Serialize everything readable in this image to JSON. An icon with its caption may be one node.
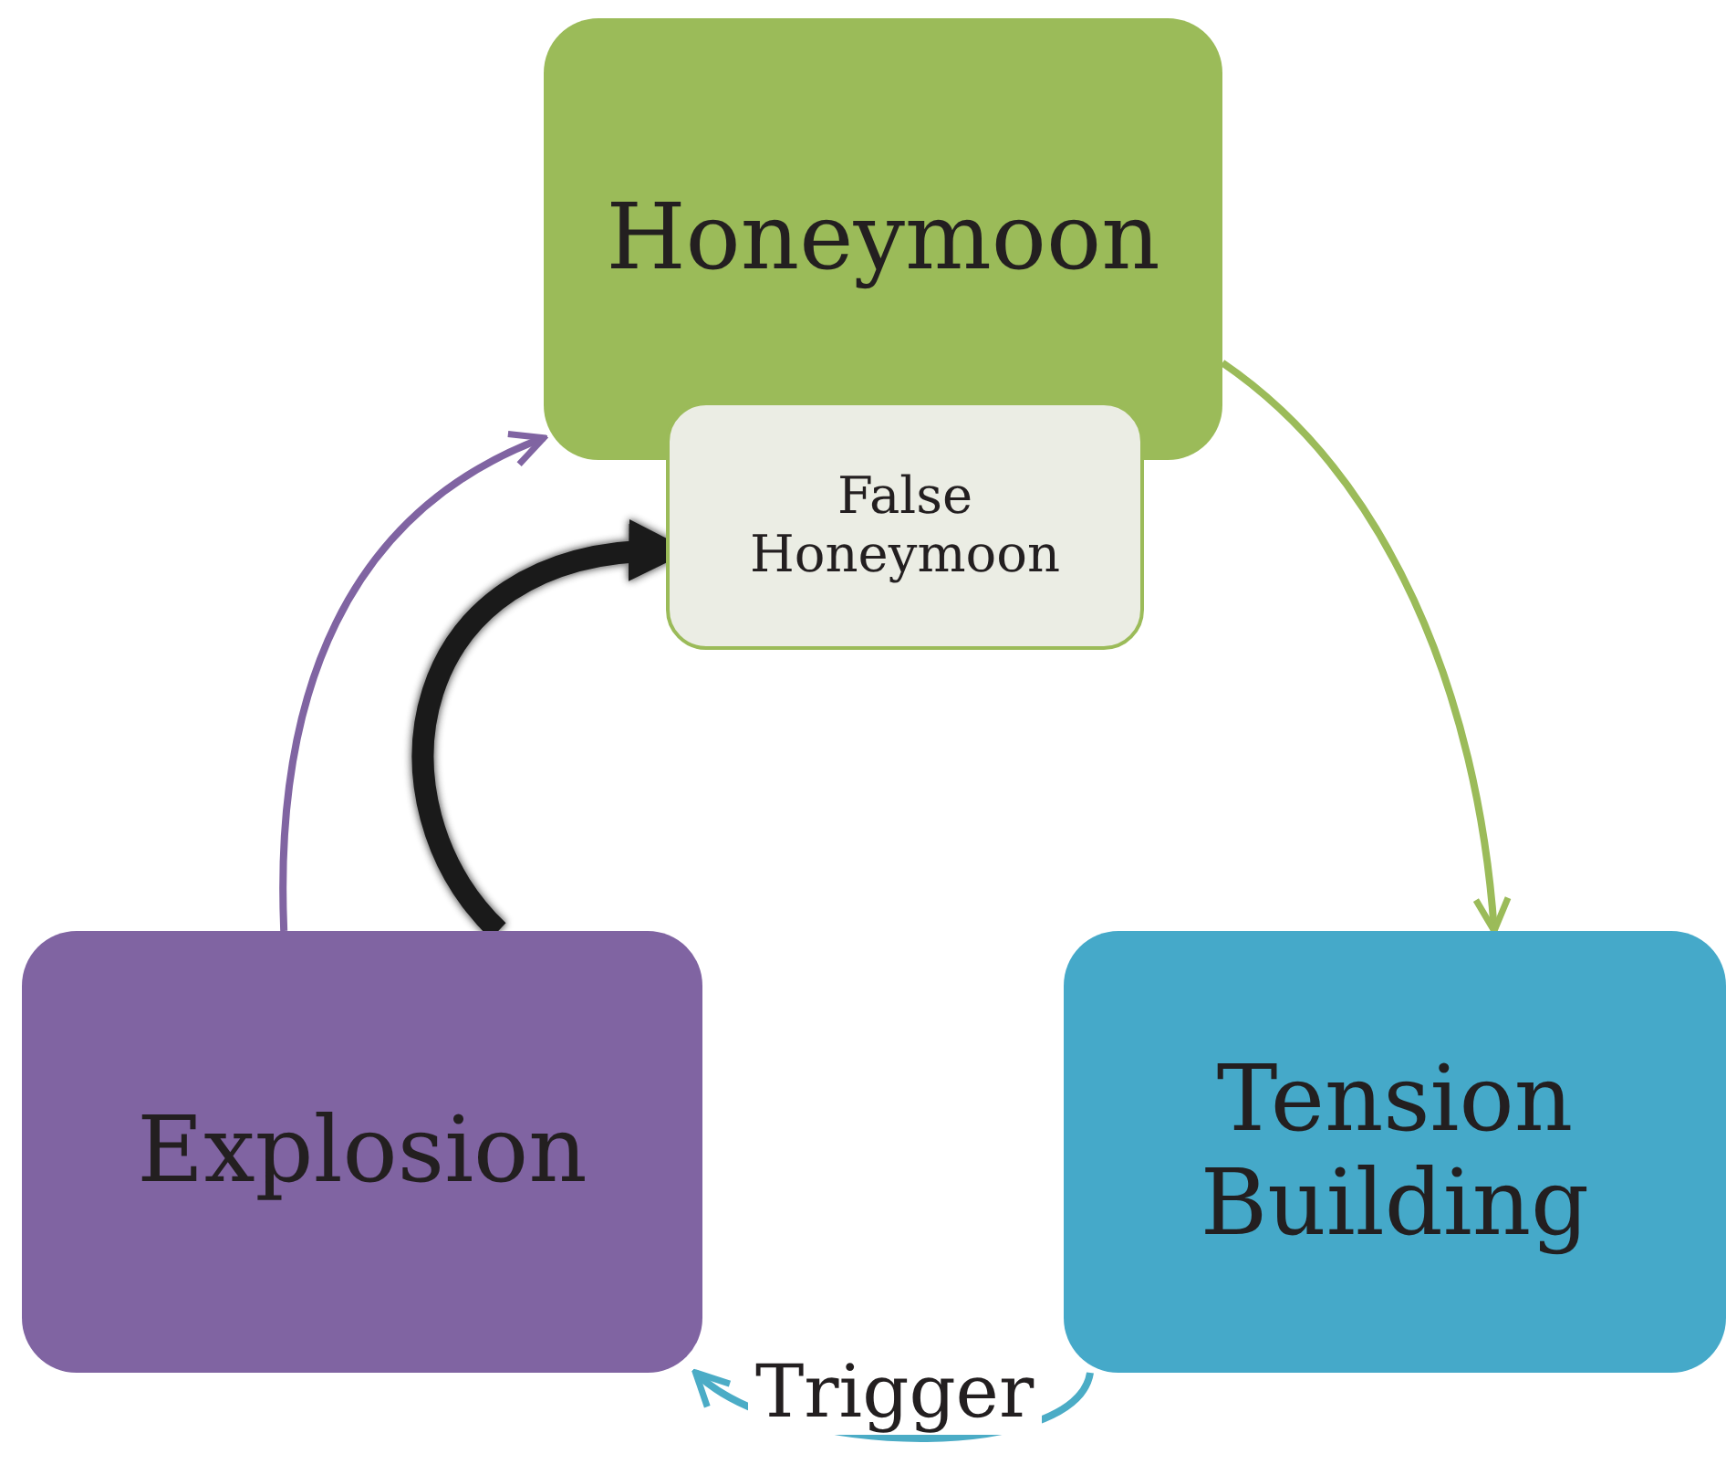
{
  "diagram": {
    "nodes": [
      {
        "text": [
          "Honeymoon"
        ]
      },
      {
        "text": [
          "False Honeymoon"
        ]
      },
      {
        "text": [
          "Tension Building"
        ]
      },
      {
        "text": [
          "Explosion"
        ]
      }
    ],
    "edges": [
      {
        "from": 0,
        "to": 2,
        "arrow": "to",
        "color": "#9bbb59"
      },
      {
        "from": 2,
        "to": 3,
        "arrow": "to",
        "label": "Trigger",
        "color": "#4bacc6"
      },
      {
        "from": 3,
        "to": 0,
        "arrow": "to",
        "color": "#8064a2"
      },
      {
        "from": 3,
        "to": 1,
        "arrow": "to",
        "style": "thick",
        "color": "#1a1a1a"
      }
    ]
  }
}
